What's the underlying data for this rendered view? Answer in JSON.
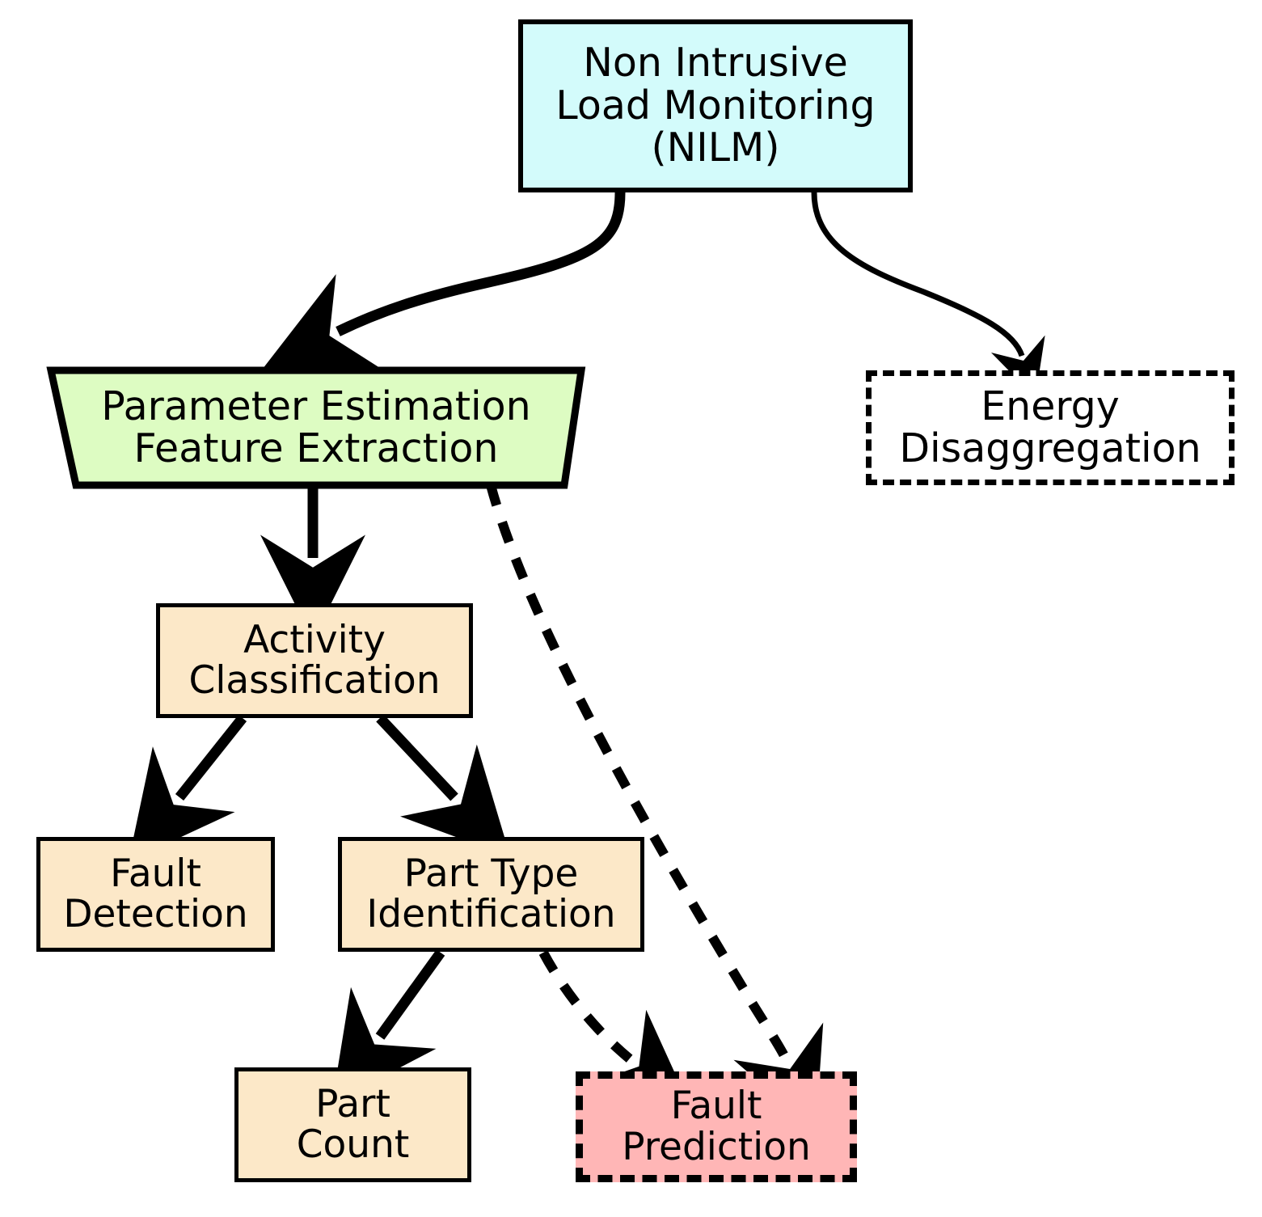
{
  "diagram": {
    "title": "NILM taxonomy flow diagram",
    "colors": {
      "root_fill": "#d3fbfb",
      "feature_fill": "#ddfcc2",
      "task_fill": "#fce8c8",
      "prediction_fill": "#ffb6b6",
      "dashed_fill": "#ffffff",
      "stroke": "#000000"
    },
    "nodes": [
      {
        "id": "nilm",
        "shape": "rect",
        "style": "solid",
        "lines": [
          "Non Intrusive",
          "Load Monitoring",
          "(NILM)"
        ]
      },
      {
        "id": "parameter-estimation",
        "shape": "trapezoid",
        "style": "solid",
        "lines": [
          "Parameter Estimation",
          "Feature Extraction"
        ]
      },
      {
        "id": "energy-disaggregation",
        "shape": "rect",
        "style": "dashed",
        "lines": [
          "Energy",
          "Disaggregation"
        ]
      },
      {
        "id": "activity-classification",
        "shape": "rect",
        "style": "solid",
        "lines": [
          "Activity",
          "Classification"
        ]
      },
      {
        "id": "fault-detection",
        "shape": "rect",
        "style": "solid",
        "lines": [
          "Fault",
          "Detection"
        ]
      },
      {
        "id": "part-type-identification",
        "shape": "rect",
        "style": "solid",
        "lines": [
          "Part Type",
          "Identification"
        ]
      },
      {
        "id": "part-count",
        "shape": "rect",
        "style": "solid",
        "lines": [
          "Part",
          "Count"
        ]
      },
      {
        "id": "fault-prediction",
        "shape": "rect",
        "style": "dashed",
        "lines": [
          "Fault",
          "Prediction"
        ]
      }
    ],
    "edges": [
      {
        "from": "nilm",
        "to": "parameter-estimation",
        "style": "solid-thick"
      },
      {
        "from": "nilm",
        "to": "energy-disaggregation",
        "style": "solid-thin"
      },
      {
        "from": "parameter-estimation",
        "to": "activity-classification",
        "style": "solid-thick"
      },
      {
        "from": "parameter-estimation",
        "to": "fault-prediction",
        "style": "dashed"
      },
      {
        "from": "activity-classification",
        "to": "fault-detection",
        "style": "solid-thick"
      },
      {
        "from": "activity-classification",
        "to": "part-type-identification",
        "style": "solid-thick"
      },
      {
        "from": "part-type-identification",
        "to": "part-count",
        "style": "solid-thick"
      },
      {
        "from": "part-type-identification",
        "to": "fault-prediction",
        "style": "dashed"
      }
    ]
  },
  "labels": {
    "nilm_l1": "Non Intrusive",
    "nilm_l2": "Load Monitoring",
    "nilm_l3": "(NILM)",
    "param_l1": "Parameter Estimation",
    "param_l2": "Feature Extraction",
    "energy_l1": "Energy",
    "energy_l2": "Disaggregation",
    "activity_l1": "Activity",
    "activity_l2": "Classification",
    "faultdet_l1": "Fault",
    "faultdet_l2": "Detection",
    "parttype_l1": "Part Type",
    "parttype_l2": "Identification",
    "partcount_l1": "Part",
    "partcount_l2": "Count",
    "faultpred_l1": "Fault",
    "faultpred_l2": "Prediction"
  }
}
